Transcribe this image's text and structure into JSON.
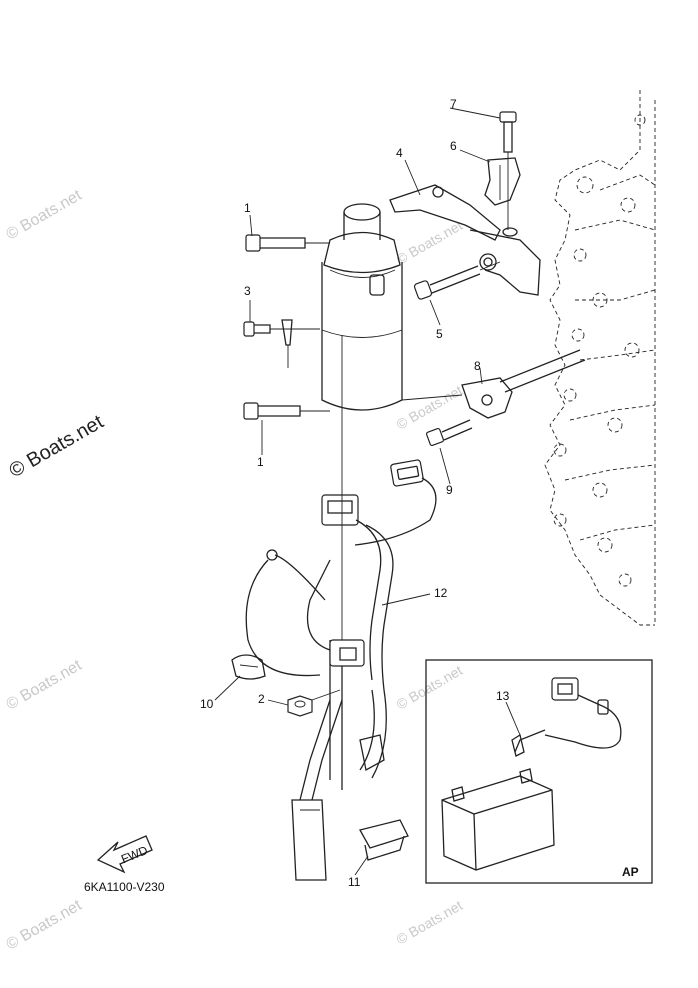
{
  "callouts": [
    {
      "id": "1a",
      "label": "1"
    },
    {
      "id": "1b",
      "label": "1"
    },
    {
      "id": "2",
      "label": "2"
    },
    {
      "id": "3",
      "label": "3"
    },
    {
      "id": "4",
      "label": "4"
    },
    {
      "id": "5",
      "label": "5"
    },
    {
      "id": "6",
      "label": "6"
    },
    {
      "id": "7",
      "label": "7"
    },
    {
      "id": "8",
      "label": "8"
    },
    {
      "id": "9",
      "label": "9"
    },
    {
      "id": "10",
      "label": "10"
    },
    {
      "id": "11",
      "label": "11"
    },
    {
      "id": "12",
      "label": "12"
    },
    {
      "id": "13",
      "label": "13"
    }
  ],
  "diagram_code": "6KA1100-V230",
  "fwd_label": "FWD",
  "inset_label": "AP",
  "watermark_text": "© Boats.net",
  "colors": {
    "line": "#222222",
    "watermark": "#c9c9c9",
    "background": "#ffffff"
  }
}
